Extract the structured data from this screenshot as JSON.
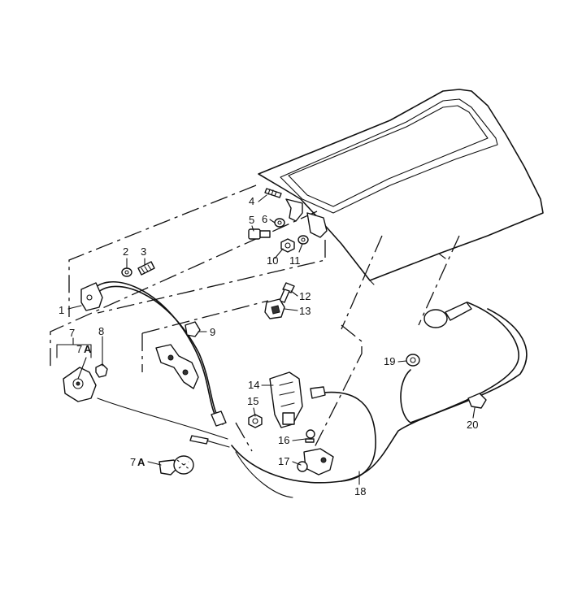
{
  "labels": {
    "l1": "1",
    "l2": "2",
    "l3": "3",
    "l4": "4",
    "l5": "5",
    "l6": "6",
    "l7": "7",
    "l7a": "7",
    "l7a_suffix": "A",
    "l7a2": "7",
    "l7a2_suffix": "A",
    "l8": "8",
    "l9": "9",
    "l10": "10",
    "l11": "11",
    "l12": "12",
    "l13": "13",
    "l14": "14",
    "l15": "15",
    "l16": "16",
    "l17": "17",
    "l18": "18",
    "l19": "19",
    "l20": "20"
  }
}
